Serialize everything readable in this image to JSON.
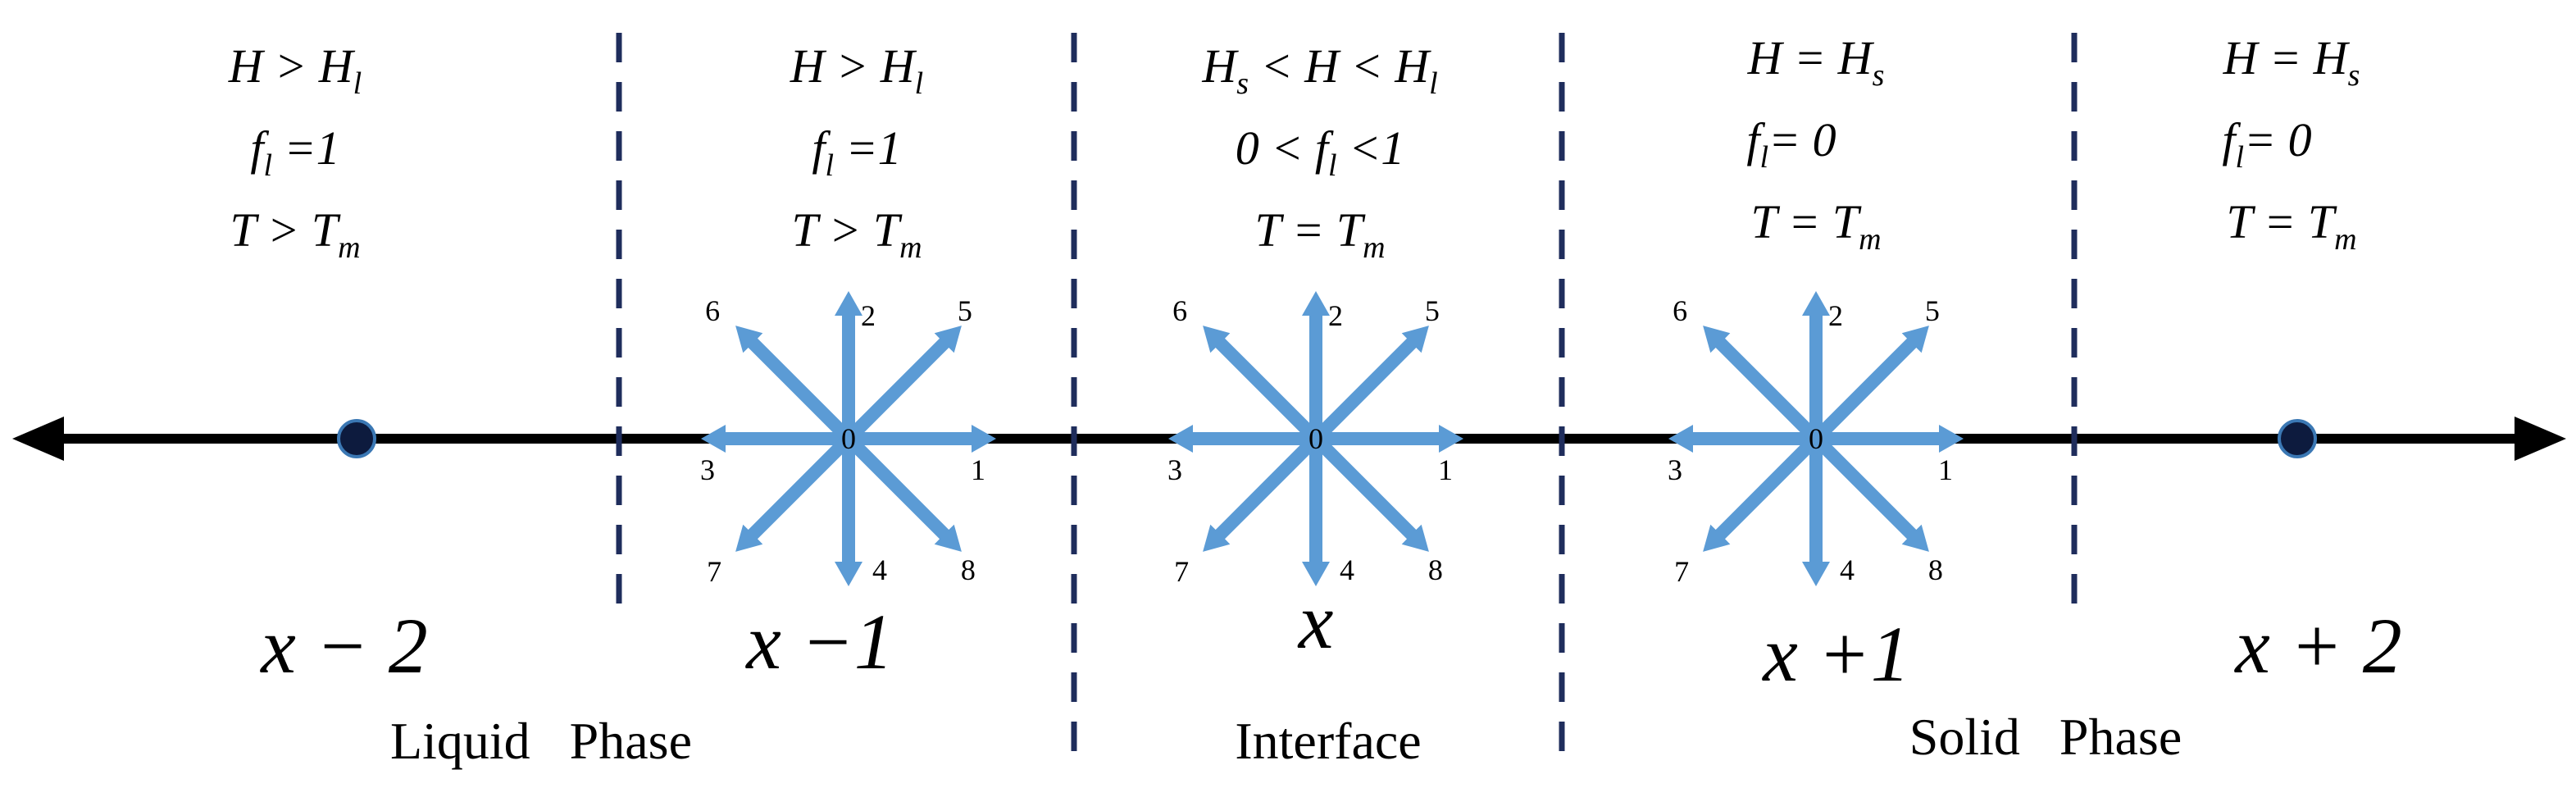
{
  "columns": [
    {
      "line1": {
        "a": "H > H",
        "sub": "l",
        "b": ""
      },
      "line2": {
        "a": "f",
        "sub": "l",
        "b": " =1"
      },
      "line3": {
        "a": "T > T",
        "sub": "m",
        "b": ""
      },
      "cell_label": "x − 2"
    },
    {
      "line1": {
        "a": "H > H",
        "sub": "l",
        "b": ""
      },
      "line2": {
        "a": "f",
        "sub": "l",
        "b": " =1"
      },
      "line3": {
        "a": "T > T",
        "sub": "m",
        "b": ""
      },
      "cell_label": "x −1"
    },
    {
      "line1": {
        "pre": "H",
        "presub": "s",
        "a": " < H < H",
        "sub": "l",
        "b": ""
      },
      "line2": {
        "pre": "0 < f",
        "presub": "l",
        "a": " <1",
        "sub": "",
        "b": ""
      },
      "line3": {
        "a": "T = T",
        "sub": "m",
        "b": ""
      },
      "cell_label": "x"
    },
    {
      "line1": {
        "a": "H = H",
        "sub": "s",
        "b": ""
      },
      "line2": {
        "a": "f",
        "sub": "l",
        "b": "= 0"
      },
      "line3": {
        "a": "T = T",
        "sub": "m",
        "b": ""
      },
      "cell_label": "x +1"
    },
    {
      "line1": {
        "a": "H = H",
        "sub": "s",
        "b": ""
      },
      "line2": {
        "a": "f",
        "sub": "l",
        "b": "= 0"
      },
      "line3": {
        "a": "T = T",
        "sub": "m",
        "b": ""
      },
      "cell_label": "x + 2"
    }
  ],
  "directions": [
    "0",
    "1",
    "2",
    "3",
    "4",
    "5",
    "6",
    "7",
    "8"
  ],
  "phases": {
    "liquid": "Liquid   Phase",
    "interface": "Interface",
    "solid": "Solid   Phase"
  },
  "colors": {
    "axis": "#000000",
    "divider": "#1f2d5c",
    "velocity_arrow": "#5b9bd5",
    "node_fill": "#0d1b3e",
    "node_stroke": "#3b78b4"
  }
}
